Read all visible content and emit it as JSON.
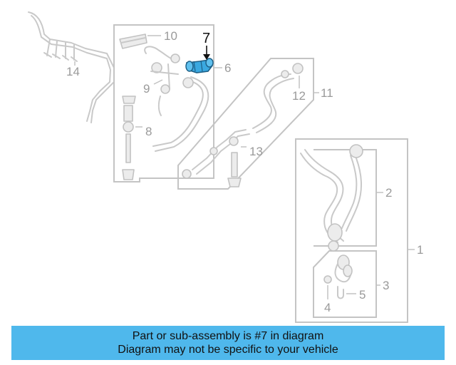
{
  "diagram": {
    "callouts": {
      "c1": "1",
      "c2": "2",
      "c3": "3",
      "c4": "4",
      "c5": "5",
      "c6": "6",
      "c7": "7",
      "c8": "8",
      "c9": "9",
      "c10": "10",
      "c11": "11",
      "c12": "12",
      "c13": "13",
      "c14": "14"
    },
    "highlight_color": "#3aa8e0"
  },
  "caption": {
    "line1": "Part or sub-assembly is #7 in diagram",
    "line2": "Diagram may not be specific to your vehicle",
    "background": "#4fb8ec"
  }
}
